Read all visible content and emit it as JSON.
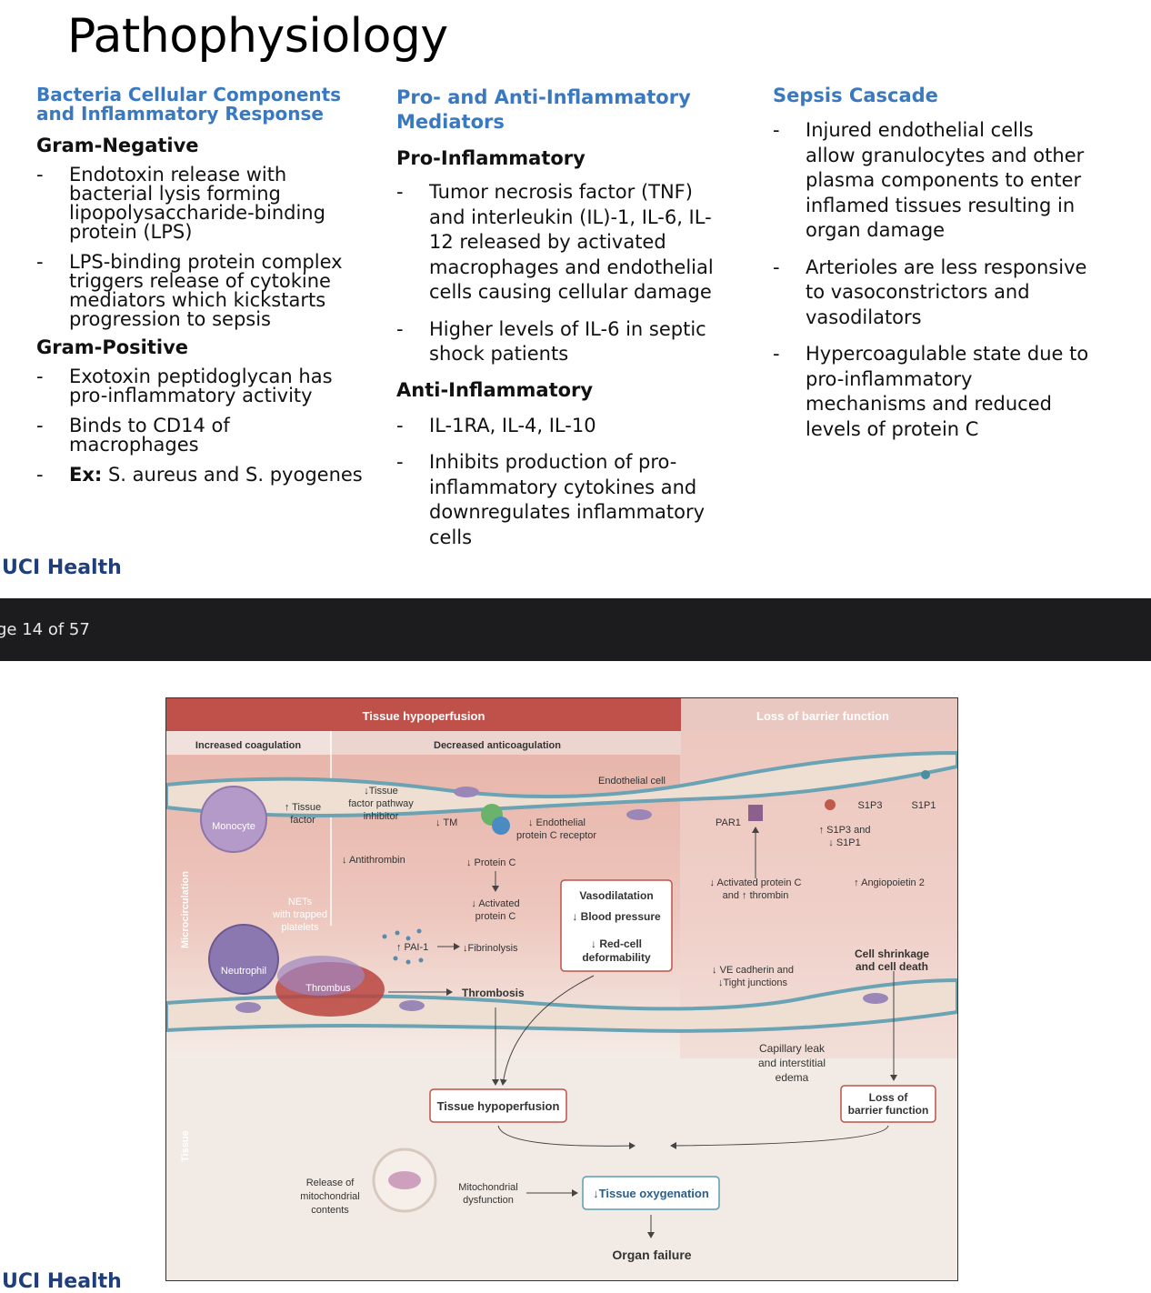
{
  "slide": {
    "title": "Pathophysiology",
    "col1": {
      "heading_line1": "Bacteria Cellular Components",
      "heading_line2": "and Inflammatory Response",
      "sub1": "Gram-Negative",
      "items1": [
        [
          "Endotoxin release with",
          "bacterial lysis forming",
          "lipopolysaccharide-binding",
          "protein (LPS)"
        ],
        [
          "LPS-binding protein complex",
          "triggers release of cytokine",
          "mediators which kickstarts",
          "progression to sepsis"
        ]
      ],
      "sub2": "Gram-Positive",
      "items2": [
        [
          "Exotoxin peptidoglycan has",
          "pro-inflammatory activity"
        ],
        [
          "Binds to CD14 of",
          "macrophages"
        ]
      ],
      "ex_label": "Ex:",
      "ex_text": " S. aureus and S. pyogenes"
    },
    "col2": {
      "heading_line1": "Pro- and Anti-Inflammatory",
      "heading_line2": "Mediators",
      "sub1": "Pro-Inflammatory",
      "items1": [
        [
          "Tumor necrosis factor (TNF)",
          "and interleukin (IL)-1, IL-6, IL-",
          "12 released by activated",
          "macrophages and endothelial",
          "cells causing cellular damage"
        ],
        [
          "Higher levels of IL-6 in septic",
          "shock patients"
        ]
      ],
      "sub2": "Anti-Inflammatory",
      "items2": [
        [
          "IL-1RA, IL-4, IL-10"
        ],
        [
          "Inhibits production of pro-",
          "inflammatory cytokines and",
          "downregulates inflammatory",
          "cells"
        ]
      ]
    },
    "col3": {
      "heading": "Sepsis Cascade",
      "items": [
        [
          "Injured endothelial cells",
          "allow granulocytes and other",
          "plasma components to enter",
          "inflamed tissues resulting in",
          "organ damage"
        ],
        [
          "Arterioles are less responsive",
          "to vasoconstrictors and",
          "vasodilators"
        ],
        [
          "Hypercoagulable state due to",
          "pro-inflammatory",
          "mechanisms and reduced",
          "levels of protein C"
        ]
      ]
    },
    "logo": "UCI Health"
  },
  "pager": {
    "text": "ge 14 of 57"
  },
  "figure": {
    "header_left": "Tissue hypoperfusion",
    "header_right": "Loss of barrier function",
    "sub_left": "Increased coagulation",
    "sub_mid": "Decreased anticoagulation",
    "side_top": "Microcirculation",
    "side_bottom": "Tissue",
    "endothelial_cell": "Endothelial cell",
    "monocyte": "Monocyte",
    "tissue_factor": [
      "↑ Tissue",
      "factor"
    ],
    "tfpi": [
      "↓Tissue",
      "factor pathway",
      "inhibitor"
    ],
    "tm": "↓ TM",
    "epcr": [
      "↓ Endothelial",
      "protein C receptor"
    ],
    "antithrombin": "↓ Antithrombin",
    "protein_c": "↓ Protein C",
    "activated_pc": [
      "↓ Activated",
      "protein C"
    ],
    "nets": [
      "NETs",
      "with trapped",
      "platelets"
    ],
    "neutrophil": "Neutrophil",
    "thrombus": "Thrombus",
    "pai": "↑ PAI-1",
    "fibrinolysis": "↓Fibrinolysis",
    "thrombosis": "Thrombosis",
    "vaso_box": [
      "Vasodilatation",
      "↓ Blood pressure",
      "↓ Red-cell",
      "deformability"
    ],
    "par1": "PAR1",
    "s1p3": "S1P3",
    "s1p1": "S1P1",
    "s1p_change": [
      "↑ S1P3 and",
      "↓ S1P1"
    ],
    "apc_thrombin": [
      "↓ Activated protein C",
      "and ↑ thrombin"
    ],
    "angiopoietin": "↑ Angiopoietin 2",
    "cell_shrinkage": [
      "Cell shrinkage",
      "and cell death"
    ],
    "ve_cadherin": [
      "↓ VE cadherin and",
      "↓Tight junctions"
    ],
    "capillary_leak": [
      "Capillary leak",
      "and interstitial",
      "edema"
    ],
    "tissue_hypoperfusion_box": "Tissue hypoperfusion",
    "loss_barrier_box": [
      "Loss of",
      "barrier function"
    ],
    "release_mito": [
      "Release of",
      "mitochondrial",
      "contents"
    ],
    "mito_dysfunction": [
      "Mitochondrial",
      "dysfunction"
    ],
    "tissue_oxygenation": "↓Tissue oxygenation",
    "organ_failure": "Organ failure"
  },
  "colors": {
    "heading_blue": "#3a79c0",
    "logo_navy": "#1f3e7a",
    "header_red": "#c0504a",
    "pager_bar": "#1c1c1e"
  }
}
